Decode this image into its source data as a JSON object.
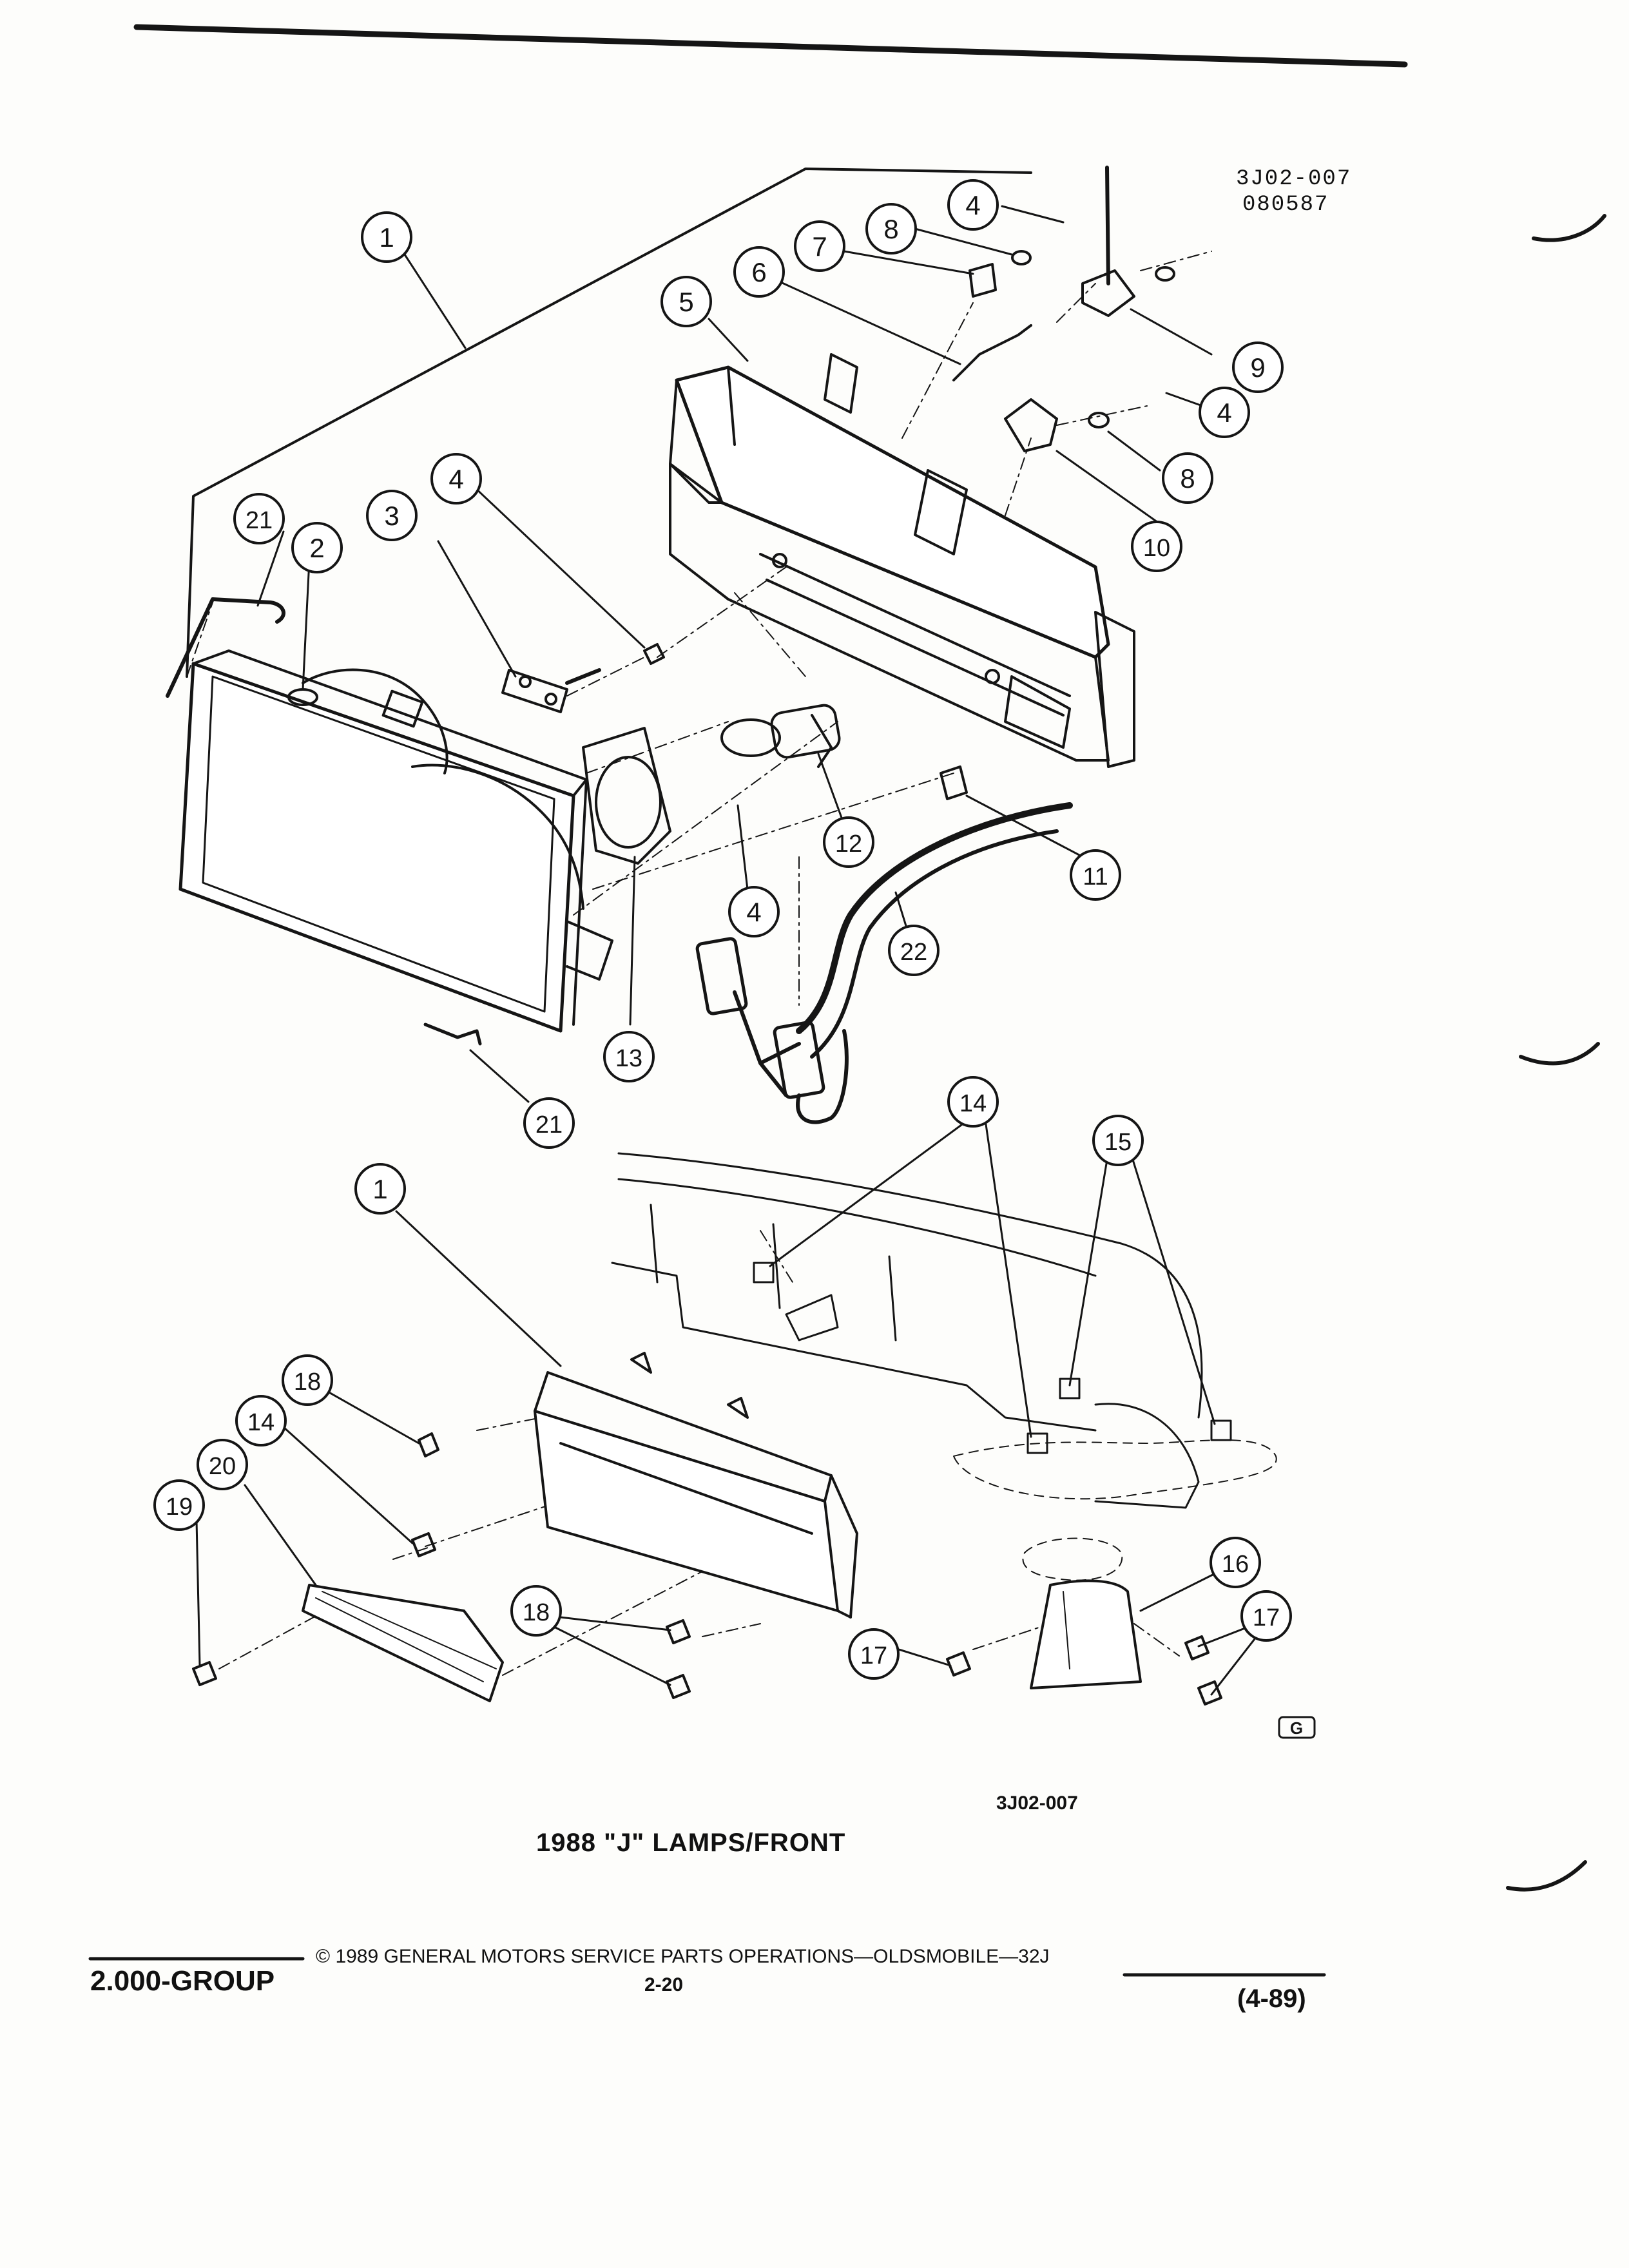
{
  "diagram": {
    "code_top_line1": "3J02-007",
    "code_top_line2": "080587",
    "code_bottom": "3J02-007",
    "title": "1988 \"J\" LAMPS/FRONT",
    "gm_mark": "G"
  },
  "footer": {
    "group": "2.000-GROUP",
    "copyright": "© 1989 GENERAL MOTORS SERVICE PARTS OPERATIONS—OLDSMOBILE—32J",
    "page": "2-20",
    "date_code": "(4-89)"
  },
  "callouts": [
    {
      "id": "c1a",
      "num": "1"
    },
    {
      "id": "c2",
      "num": "2"
    },
    {
      "id": "c3",
      "num": "3"
    },
    {
      "id": "c4a",
      "num": "4"
    },
    {
      "id": "c4b",
      "num": "4"
    },
    {
      "id": "c4c",
      "num": "4"
    },
    {
      "id": "c4d",
      "num": "4"
    },
    {
      "id": "c5",
      "num": "5"
    },
    {
      "id": "c6",
      "num": "6"
    },
    {
      "id": "c7",
      "num": "7"
    },
    {
      "id": "c8a",
      "num": "8"
    },
    {
      "id": "c8b",
      "num": "8"
    },
    {
      "id": "c9",
      "num": "9"
    },
    {
      "id": "c10",
      "num": "10"
    },
    {
      "id": "c11",
      "num": "11"
    },
    {
      "id": "c12",
      "num": "12"
    },
    {
      "id": "c13",
      "num": "13"
    },
    {
      "id": "c21a",
      "num": "21"
    },
    {
      "id": "c21b",
      "num": "21"
    },
    {
      "id": "c22",
      "num": "22"
    },
    {
      "id": "c1b",
      "num": "1"
    },
    {
      "id": "c14a",
      "num": "14"
    },
    {
      "id": "c14b",
      "num": "14"
    },
    {
      "id": "c15",
      "num": "15"
    },
    {
      "id": "c16",
      "num": "16"
    },
    {
      "id": "c17a",
      "num": "17"
    },
    {
      "id": "c17b",
      "num": "17"
    },
    {
      "id": "c18a",
      "num": "18"
    },
    {
      "id": "c18b",
      "num": "18"
    },
    {
      "id": "c19",
      "num": "19"
    },
    {
      "id": "c20",
      "num": "20"
    }
  ]
}
